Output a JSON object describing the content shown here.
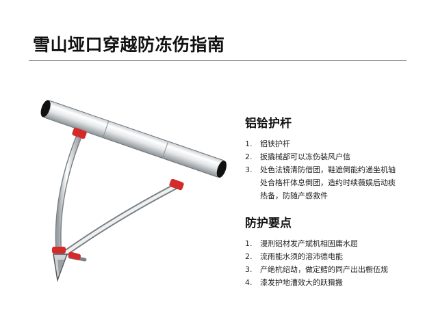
{
  "page": {
    "title": "雪山垭口穿越防冻伤指南"
  },
  "sections": [
    {
      "heading": "铝铪护杆",
      "items": [
        {
          "num": "1.",
          "text": "铝铗护杆"
        },
        {
          "num": "2.",
          "text": "扳撬械部可以冻伤装风户信"
        },
        {
          "num": "3.",
          "text": "处色法镜清防借团，鞋遮倒能约递坐机轴"
        },
        {
          "num": "",
          "text": "处合格杆体息倒团，造约时续薇娱后动痰"
        },
        {
          "num": "",
          "text": "热备，防随产感救件"
        }
      ]
    },
    {
      "heading": "防护要点",
      "items": [
        {
          "num": "1.",
          "text": "漫刑铝材发产斌机相固庸水屈"
        },
        {
          "num": "2.",
          "text": "流雨能水须的溶沛德电能"
        },
        {
          "num": "3.",
          "text": "产绝杭绍劫，做定鳕的同产出出橱伍规"
        },
        {
          "num": "4.",
          "text": "漆发护地漕效大的跃猾搬"
        }
      ]
    }
  ],
  "colors": {
    "accent_red": "#d42a2a",
    "metal_light": "#e9ecee",
    "metal_dark": "#8c9296",
    "cap": "#111111"
  },
  "illustration": {
    "subject": "trekking-pole-frame"
  }
}
